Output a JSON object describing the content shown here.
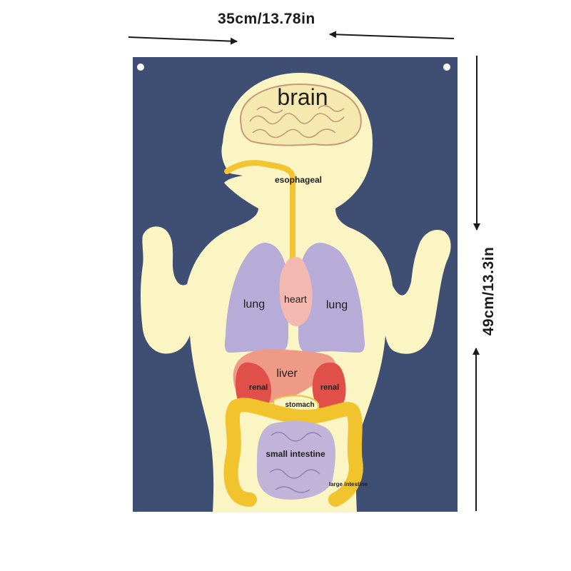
{
  "dimensions": {
    "width_label": "35cm/13.78in",
    "height_label": "49cm/13.3in"
  },
  "labels": {
    "brain": "brain",
    "esophageal": "esophageal",
    "lung_left": "lung",
    "lung_right": "lung",
    "heart": "heart",
    "liver": "liver",
    "renal_left": "renal",
    "renal_right": "renal",
    "stomach": "stomach",
    "small_intestine": "small intestine",
    "large_intestine": "large intestine"
  },
  "colors": {
    "background_panel": "#3f4f74",
    "body": "#fbf5c4",
    "lung": "#b7acd8",
    "heart": "#f3b9b0",
    "liver": "#ee9a86",
    "kidney": "#e04f48",
    "esophagus": "#f3c330",
    "intestine": "#f1c42e",
    "small_intestine": "#c1b4d8"
  }
}
